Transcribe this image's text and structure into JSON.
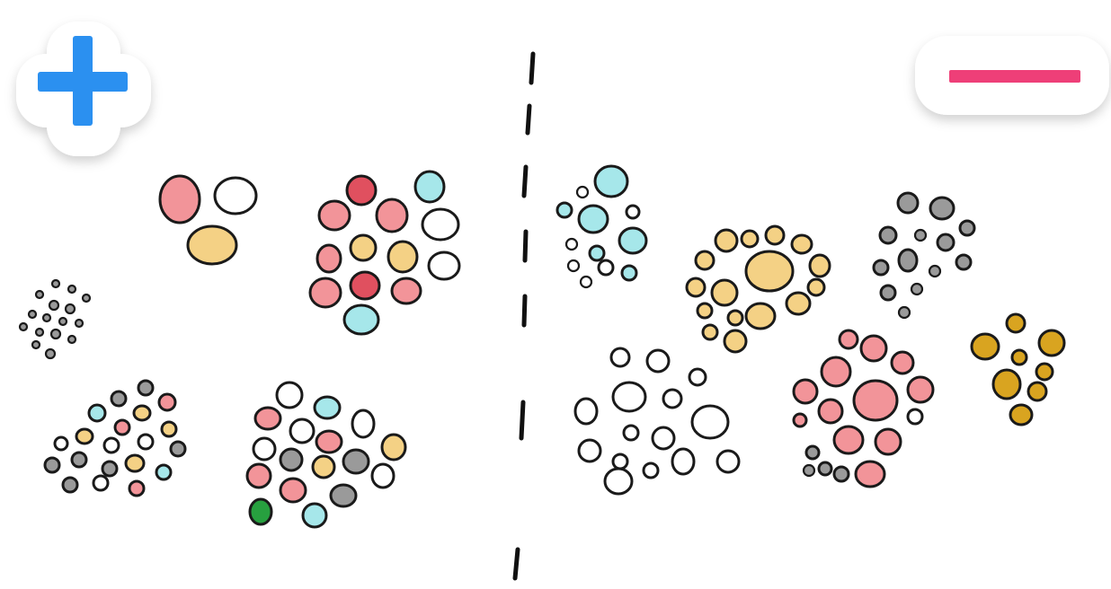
{
  "panels": {
    "positive": {
      "symbol": "plus",
      "symbol_icon": "plus-icon",
      "symbol_color": "#2b90f0"
    },
    "negative": {
      "symbol": "minus",
      "symbol_icon": "minus-icon",
      "symbol_color": "#ee3f78"
    }
  },
  "divider": {
    "style": "dashed",
    "color": "#111111"
  },
  "palette": {
    "red": "#f29499",
    "darkred": "#e0505f",
    "white": "#ffffff",
    "yellow": "#f4d185",
    "cyan": "#a6e7ea",
    "gray": "#9a9a9a",
    "gold": "#d9a420",
    "green": "#27a03f",
    "outline": "#1a1a1a"
  }
}
